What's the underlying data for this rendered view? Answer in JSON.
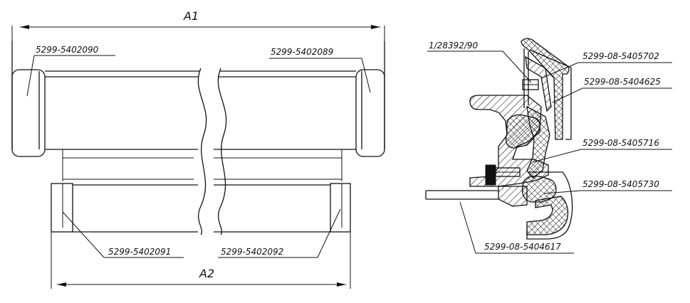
{
  "dimensions": {
    "overall_width_label": "A1",
    "lower_width_label": "A2"
  },
  "part_labels": {
    "top_left": "5299-5402090",
    "top_right": "5299-5402089",
    "bottom_left": "5299-5402091",
    "bottom_right": "5299-5402092",
    "section_top_left": "1/28392/90",
    "section_r1": "5299-08-5405702",
    "section_r2": "5299-08-5404625",
    "section_r3": "5299-08-5405716",
    "section_r4": "5299-08-5405730",
    "section_bottom": "5299-08-5404617"
  }
}
